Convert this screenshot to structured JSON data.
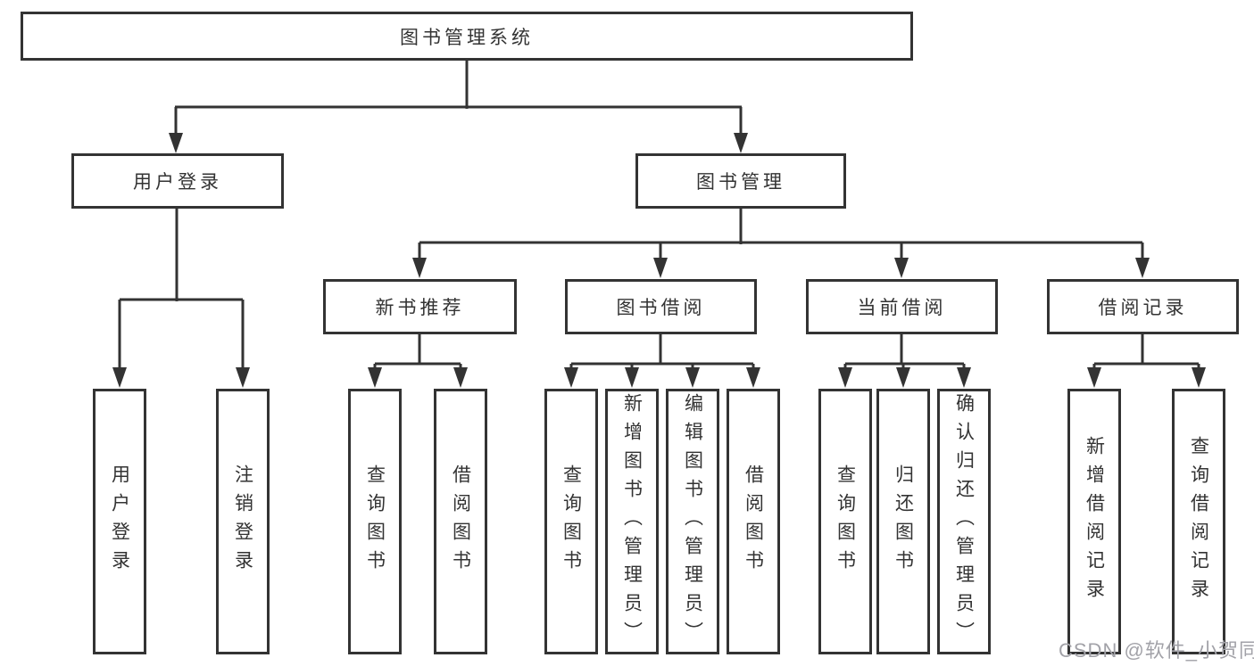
{
  "diagram": {
    "root": {
      "label": "图书管理系统"
    },
    "branches": [
      {
        "label": "用户登录",
        "children": [
          {
            "label": "用户登录"
          },
          {
            "label": "注销登录"
          }
        ]
      },
      {
        "label": "图书管理",
        "children": [
          {
            "label": "新书推荐",
            "children": [
              {
                "label": "查询图书"
              },
              {
                "label": "借阅图书"
              }
            ]
          },
          {
            "label": "图书借阅",
            "children": [
              {
                "label": "查询图书"
              },
              {
                "label": "新增图书（管理员）"
              },
              {
                "label": "编辑图书（管理员）"
              },
              {
                "label": "借阅图书"
              }
            ]
          },
          {
            "label": "当前借阅",
            "children": [
              {
                "label": "查询图书"
              },
              {
                "label": "归还图书"
              },
              {
                "label": "确认归还（管理员）"
              }
            ]
          },
          {
            "label": "借阅记录",
            "children": [
              {
                "label": "新增借阅记录"
              },
              {
                "label": "查询借阅记录"
              }
            ]
          }
        ]
      }
    ],
    "colors": {
      "line": "#333333",
      "box_border": "#333333",
      "text": "#333333",
      "watermark": "#a2a2a8"
    }
  },
  "watermark": {
    "text": "CSDN @软件_小贺同学"
  }
}
